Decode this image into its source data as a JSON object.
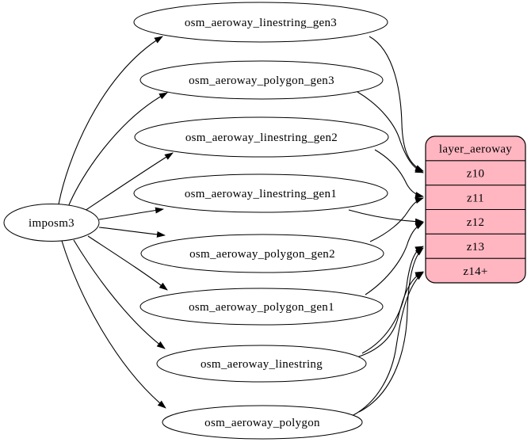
{
  "diagram": {
    "source": {
      "label": "imposm3"
    },
    "tables": [
      {
        "label": "osm_aeroway_linestring_gen3"
      },
      {
        "label": "osm_aeroway_polygon_gen3"
      },
      {
        "label": "osm_aeroway_linestring_gen2"
      },
      {
        "label": "osm_aeroway_linestring_gen1"
      },
      {
        "label": "osm_aeroway_polygon_gen2"
      },
      {
        "label": "osm_aeroway_polygon_gen1"
      },
      {
        "label": "osm_aeroway_linestring"
      },
      {
        "label": "osm_aeroway_polygon"
      }
    ],
    "layer": {
      "title": "layer_aeroway",
      "rows": [
        "z10",
        "z11",
        "z12",
        "z13",
        "z14+"
      ]
    },
    "edges": [
      {
        "from": "imposm3",
        "to": "osm_aeroway_linestring_gen3"
      },
      {
        "from": "imposm3",
        "to": "osm_aeroway_polygon_gen3"
      },
      {
        "from": "imposm3",
        "to": "osm_aeroway_linestring_gen2"
      },
      {
        "from": "imposm3",
        "to": "osm_aeroway_linestring_gen1"
      },
      {
        "from": "imposm3",
        "to": "osm_aeroway_polygon_gen2"
      },
      {
        "from": "imposm3",
        "to": "osm_aeroway_polygon_gen1"
      },
      {
        "from": "imposm3",
        "to": "osm_aeroway_linestring"
      },
      {
        "from": "imposm3",
        "to": "osm_aeroway_polygon"
      },
      {
        "from": "osm_aeroway_linestring_gen3",
        "to": "z10"
      },
      {
        "from": "osm_aeroway_polygon_gen3",
        "to": "z10"
      },
      {
        "from": "osm_aeroway_linestring_gen2",
        "to": "z11"
      },
      {
        "from": "osm_aeroway_polygon_gen2",
        "to": "z11"
      },
      {
        "from": "osm_aeroway_linestring_gen1",
        "to": "z12"
      },
      {
        "from": "osm_aeroway_polygon_gen1",
        "to": "z12"
      },
      {
        "from": "osm_aeroway_linestring",
        "to": "z13"
      },
      {
        "from": "osm_aeroway_linestring",
        "to": "z14+"
      },
      {
        "from": "osm_aeroway_polygon",
        "to": "z13"
      },
      {
        "from": "osm_aeroway_polygon",
        "to": "z14+"
      }
    ],
    "colors": {
      "layer_fill": "#FFB6C1",
      "node_fill": "#FFFFFF",
      "edge_stroke": "#000000"
    }
  }
}
